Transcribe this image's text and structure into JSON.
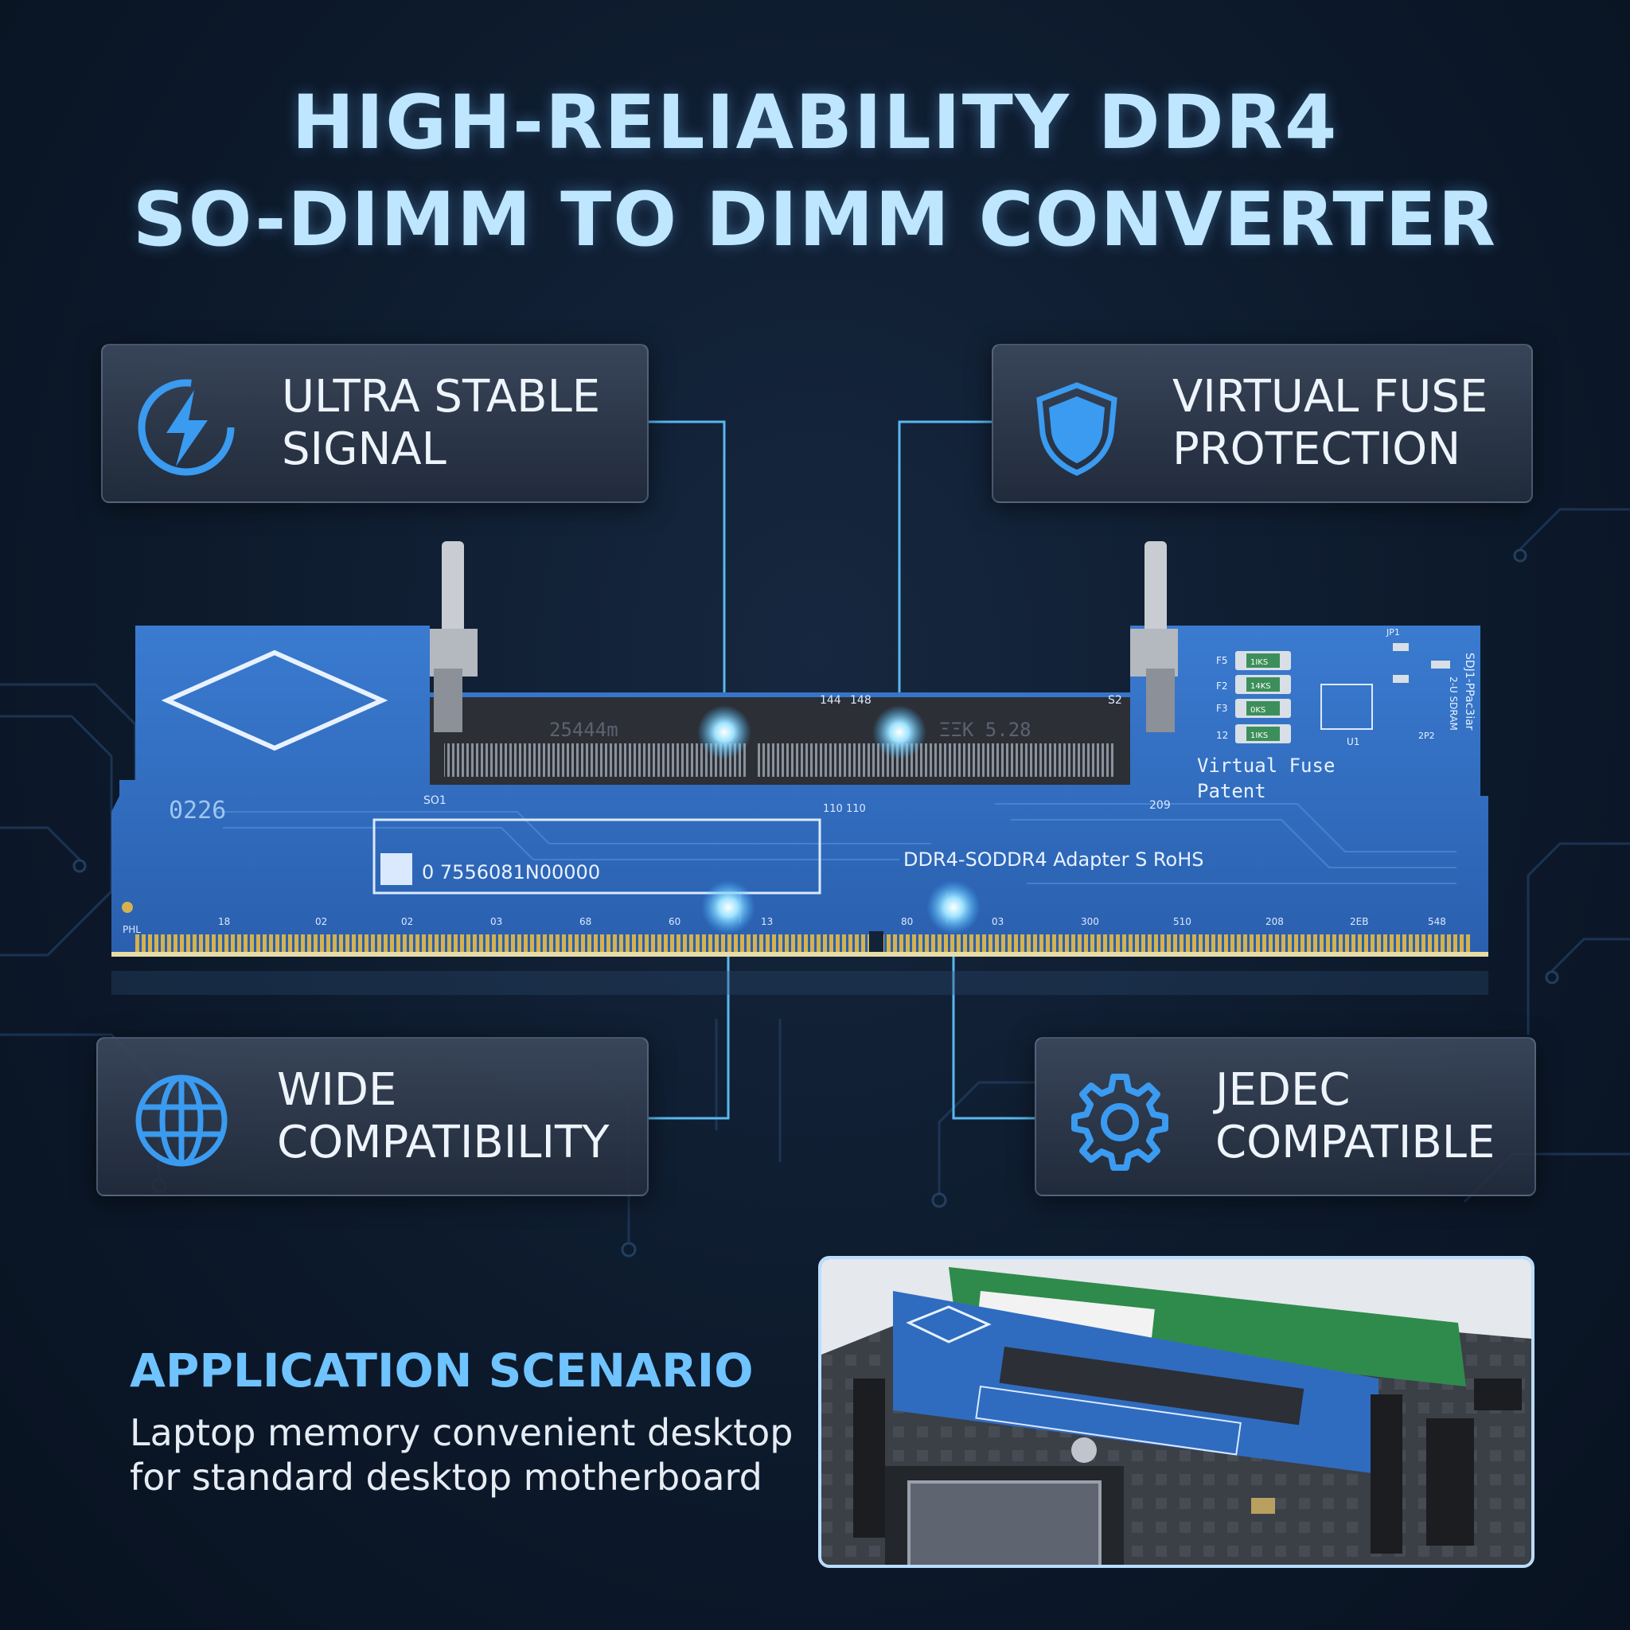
{
  "header": {
    "line1": "HIGH-RELIABILITY DDR4",
    "line2": "SO-DIMM TO DIMM CONVERTER"
  },
  "features": [
    {
      "icon": "lightning-icon",
      "label": "ULTRA STABLE\nSIGNAL"
    },
    {
      "icon": "shield-icon",
      "label": "VIRTUAL FUSE\nPROTECTION"
    },
    {
      "icon": "globe-icon",
      "label": "WIDE\nCOMPATIBILITY"
    },
    {
      "icon": "gear-icon",
      "label": "JEDEC\nCOMPATIBLE"
    }
  ],
  "pcb": {
    "code": "0226",
    "serial": "0  7556081N00000",
    "model": "DDR4-SODDR4   Adapter  S        RoHS",
    "fuse_text": "Virtual  Fuse",
    "patent_text": "Patent",
    "slot_left_print": "25444m",
    "slot_right_print": "ΞΞK  5.28",
    "pin_144": "144",
    "pin_148": "148",
    "pin_s2": "S2",
    "pin_so1": "SO1",
    "pin_110": "110  110",
    "pin_209": "209",
    "fuse_labels": [
      "F5",
      "F2",
      "F3",
      "12"
    ],
    "fuse_chip": [
      "1IKS",
      "14KS",
      "0KS",
      "1IKS"
    ],
    "u1": "U1",
    "jp1": "JP1",
    "jp2": "2P2",
    "side_print": "SDJ1-PPac3iar",
    "side_print2": "2-U  SDRAM",
    "edge_start": "PHL",
    "edge_labels": [
      "18",
      "02",
      "02",
      "03",
      "68",
      "60",
      "13",
      "80",
      "03",
      "300",
      "510",
      "208",
      "2EB",
      "548"
    ]
  },
  "application": {
    "title": "APPLICATION SCENARIO",
    "description": "Laptop memory convenient desktop\nfor standard desktop motherboard"
  },
  "colors": {
    "accent": "#6fc3ff",
    "pcb_blue": "#2f6cc0",
    "title": "#bfe6ff"
  }
}
